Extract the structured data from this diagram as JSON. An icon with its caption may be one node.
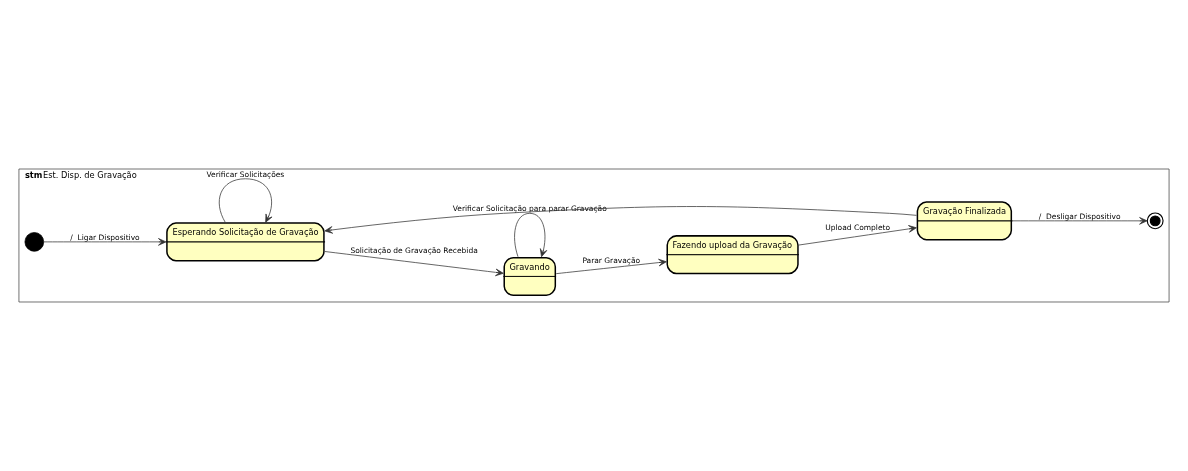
{
  "diagram": {
    "nodes": [
      {
        "text": [
          "stm",
          "Est. Disp. de Gravação"
        ]
      },
      {
        "text": [],
        "shape": "circle",
        "in": 0
      },
      {
        "text": [
          "Esperando Solicitação de Gravação"
        ],
        "in": 0
      },
      {
        "text": [
          "Gravando"
        ],
        "in": 0
      },
      {
        "text": [
          "Fazendo upload da Gravação"
        ],
        "in": 0
      },
      {
        "text": [
          "Gravação Finalizada"
        ],
        "in": 0
      },
      {
        "text": [],
        "shape": "circle",
        "in": 0
      }
    ],
    "edges": [
      {
        "from": 1,
        "to": 2,
        "arrow": "to",
        "label": "/  Ligar Dispositivo"
      },
      {
        "from": 2,
        "to": 2,
        "arrow": "to",
        "label": "Verificar Solicitações"
      },
      {
        "from": 2,
        "to": 3,
        "arrow": "to",
        "label": "Solicitação de Gravação Recebida"
      },
      {
        "from": 3,
        "to": 3,
        "arrow": "to",
        "label": "Verificar Solicitação para parar Gravação"
      },
      {
        "from": 3,
        "to": 4,
        "arrow": "to",
        "label": "Parar Gravação"
      },
      {
        "from": 4,
        "to": 5,
        "arrow": "to",
        "label": "Upload Completo"
      },
      {
        "from": 5,
        "to": 2,
        "arrow": "to"
      },
      {
        "from": 5,
        "to": 6,
        "arrow": "to",
        "label": "/  Desligar Dispositivo"
      }
    ]
  }
}
